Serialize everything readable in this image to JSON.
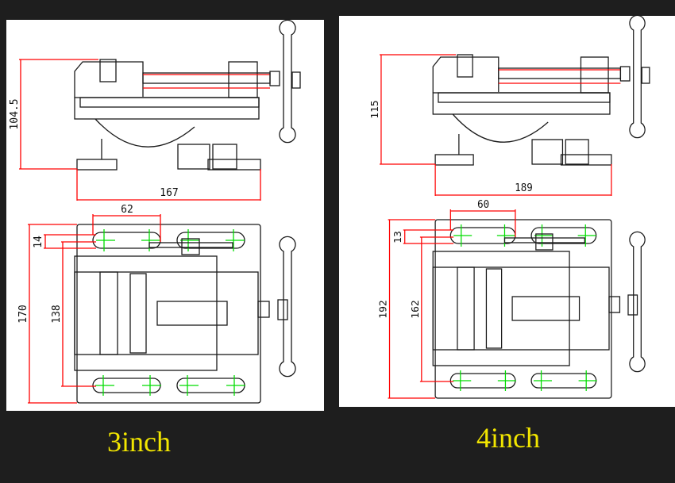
{
  "variants": [
    {
      "caption": "3inch",
      "dims": {
        "height": "104.5",
        "base_length": "167",
        "slot_spacing": "62",
        "slot_width": "14",
        "slot_outer": "138",
        "base_width": "170"
      }
    },
    {
      "caption": "4inch",
      "dims": {
        "height": "115",
        "base_length": "189",
        "slot_spacing": "60",
        "slot_width": "13",
        "slot_outer": "162",
        "base_width": "192"
      }
    }
  ],
  "colors": {
    "background": "#1e1e1e",
    "line": "#1a1a1a",
    "dimension": "#ff0000",
    "centerline": "#00dd00",
    "caption": "#f2e600"
  }
}
